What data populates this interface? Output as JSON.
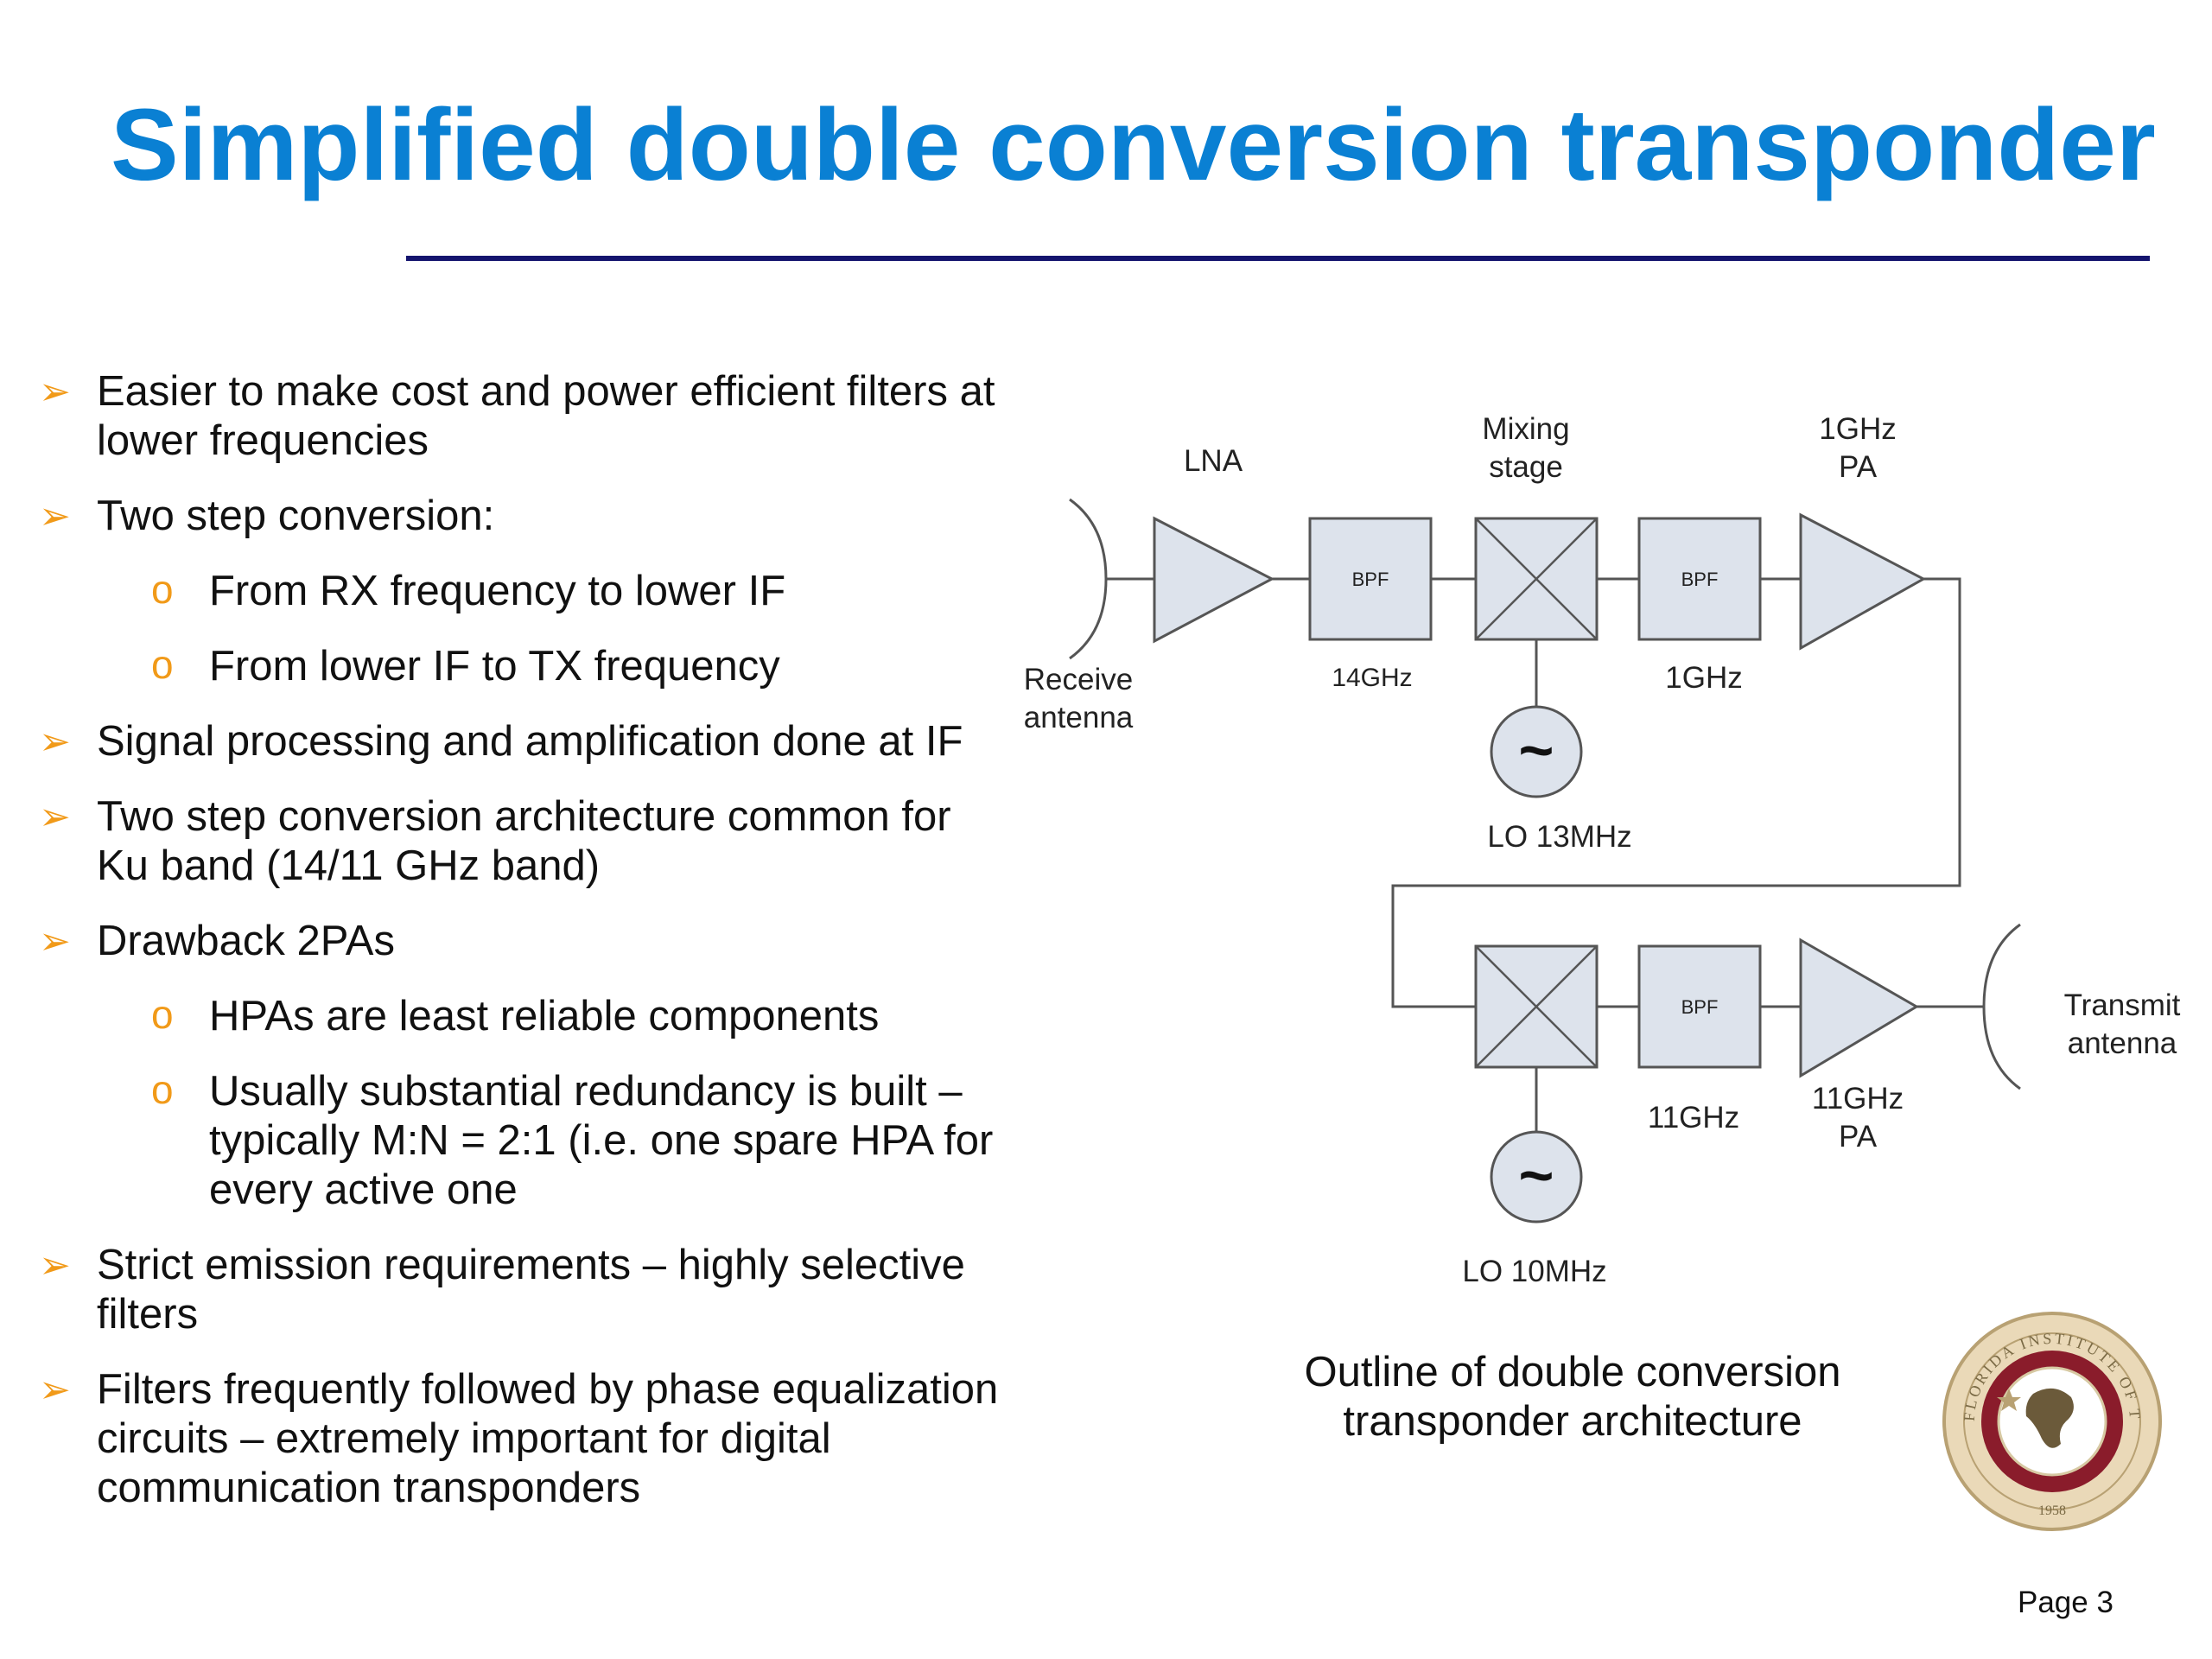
{
  "slide": {
    "title": "Simplified double conversion transponder",
    "page": "Page 3"
  },
  "bullets": [
    {
      "text": "Easier to make cost and power efficient filters at lower frequencies",
      "sub": []
    },
    {
      "text": "Two step conversion:",
      "sub": [
        "From RX frequency to lower IF",
        "From lower IF to TX frequency"
      ]
    },
    {
      "text": "Signal processing and amplification done at IF",
      "sub": []
    },
    {
      "text": "Two step conversion architecture common for Ku band (14/11 GHz band)",
      "sub": []
    },
    {
      "text": "Drawback 2PAs",
      "sub": [
        "HPAs are least reliable components",
        "Usually substantial redundancy is built – typically M:N = 2:1 (i.e. one spare HPA for every active one"
      ]
    },
    {
      "text": "Strict emission requirements – highly selective filters",
      "sub": []
    },
    {
      "text": "Filters frequently followed  by phase equalization circuits – extremely important for digital communication transponders",
      "sub": []
    }
  ],
  "markers": {
    "main": "➢",
    "sub": "o"
  },
  "diagram": {
    "lna_label": "LNA",
    "mixing_label_1": "Mixing",
    "mixing_label_2": "stage",
    "pa1_label_1": "1GHz",
    "pa1_label_2": "PA",
    "bpf1": "BPF",
    "bpf2": "BPF",
    "bpf3": "BPF",
    "freq_14": "14GHz",
    "freq_1": "1GHz",
    "freq_11": "11GHz",
    "lo1_label": "LO 13MHz",
    "lo2_label": "LO 10MHz",
    "lo_symbol": "~",
    "receive_1": "Receive",
    "receive_2": "antenna",
    "transmit_1": "Transmit",
    "transmit_2": "antenna",
    "pa2_label_1": "11GHz",
    "pa2_label_2": "PA"
  },
  "caption": "Outline of double conversion transponder architecture",
  "seal": {
    "text": "FLORIDA INSTITUTE OF TECHNOLOGY",
    "year": "1958",
    "colors": {
      "outer": "#ead9b8",
      "ring": "#8a1c2b",
      "center": "#ffffff"
    }
  },
  "colors": {
    "title": "#0a80d3",
    "rule": "#14146e",
    "marker": "#f19a19",
    "block_fill": "#dde3ec",
    "line": "#555555"
  }
}
